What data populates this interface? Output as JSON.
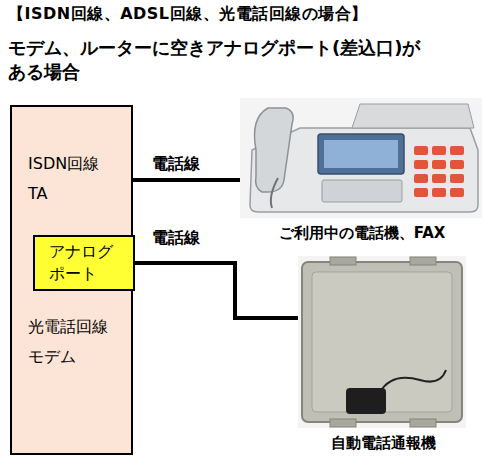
{
  "diagram": {
    "title": "【ISDN回線、ADSL回線、光電話回線の場合】",
    "nodes": [
      {
        "text": [
          "ISDN回線 TA",
          "光電話回線 モデム"
        ]
      },
      {
        "text": [
          "アナログ ポート"
        ],
        "in": 0
      },
      {
        "text": [
          "ご利用中の電話機、FAX"
        ]
      },
      {
        "text": [
          "自動電話通報機"
        ]
      }
    ],
    "edges": [
      {
        "from": 0,
        "to": 2,
        "label": "電話線",
        "arrow": "none"
      },
      {
        "from": 1,
        "to": 3,
        "label": "電話線",
        "arrow": "none"
      }
    ],
    "labels": [
      "モデム、ルーターに空きアナログポート(差込口)が ある場合"
    ]
  }
}
